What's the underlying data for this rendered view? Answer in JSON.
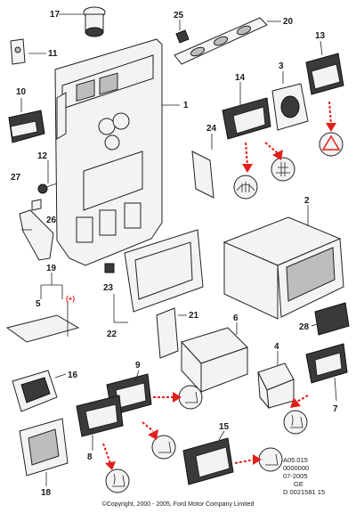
{
  "callouts": [
    {
      "id": "c1",
      "label": "1"
    },
    {
      "id": "c2",
      "label": "2"
    },
    {
      "id": "c3",
      "label": "3"
    },
    {
      "id": "c4",
      "label": "4"
    },
    {
      "id": "c5",
      "label": "5"
    },
    {
      "id": "c6",
      "label": "6"
    },
    {
      "id": "c7",
      "label": "7"
    },
    {
      "id": "c8",
      "label": "8"
    },
    {
      "id": "c9",
      "label": "9"
    },
    {
      "id": "c10",
      "label": "10"
    },
    {
      "id": "c11",
      "label": "11"
    },
    {
      "id": "c12",
      "label": "12"
    },
    {
      "id": "c13",
      "label": "13"
    },
    {
      "id": "c14",
      "label": "14"
    },
    {
      "id": "c15",
      "label": "15"
    },
    {
      "id": "c16",
      "label": "16"
    },
    {
      "id": "c17",
      "label": "17"
    },
    {
      "id": "c18",
      "label": "18"
    },
    {
      "id": "c19",
      "label": "19"
    },
    {
      "id": "c20",
      "label": "20"
    },
    {
      "id": "c21",
      "label": "21"
    },
    {
      "id": "c22",
      "label": "22"
    },
    {
      "id": "c23",
      "label": "23"
    },
    {
      "id": "c24",
      "label": "24"
    },
    {
      "id": "c25",
      "label": "25"
    },
    {
      "id": "c26",
      "label": "26"
    },
    {
      "id": "c27",
      "label": "27"
    },
    {
      "id": "c28",
      "label": "28"
    }
  ],
  "plus_marker": "(+)",
  "reference": {
    "line1": "A05.015",
    "line2": "0000000",
    "line3": "07-2005",
    "line4": "GE",
    "line5": "D 0021581 15"
  },
  "copyright": "©Copyright, 2000 - 2005, Ford Motor Company Limited",
  "colors": {
    "arrow": "#e0201b",
    "line": "#222222",
    "background": "#ffffff"
  }
}
